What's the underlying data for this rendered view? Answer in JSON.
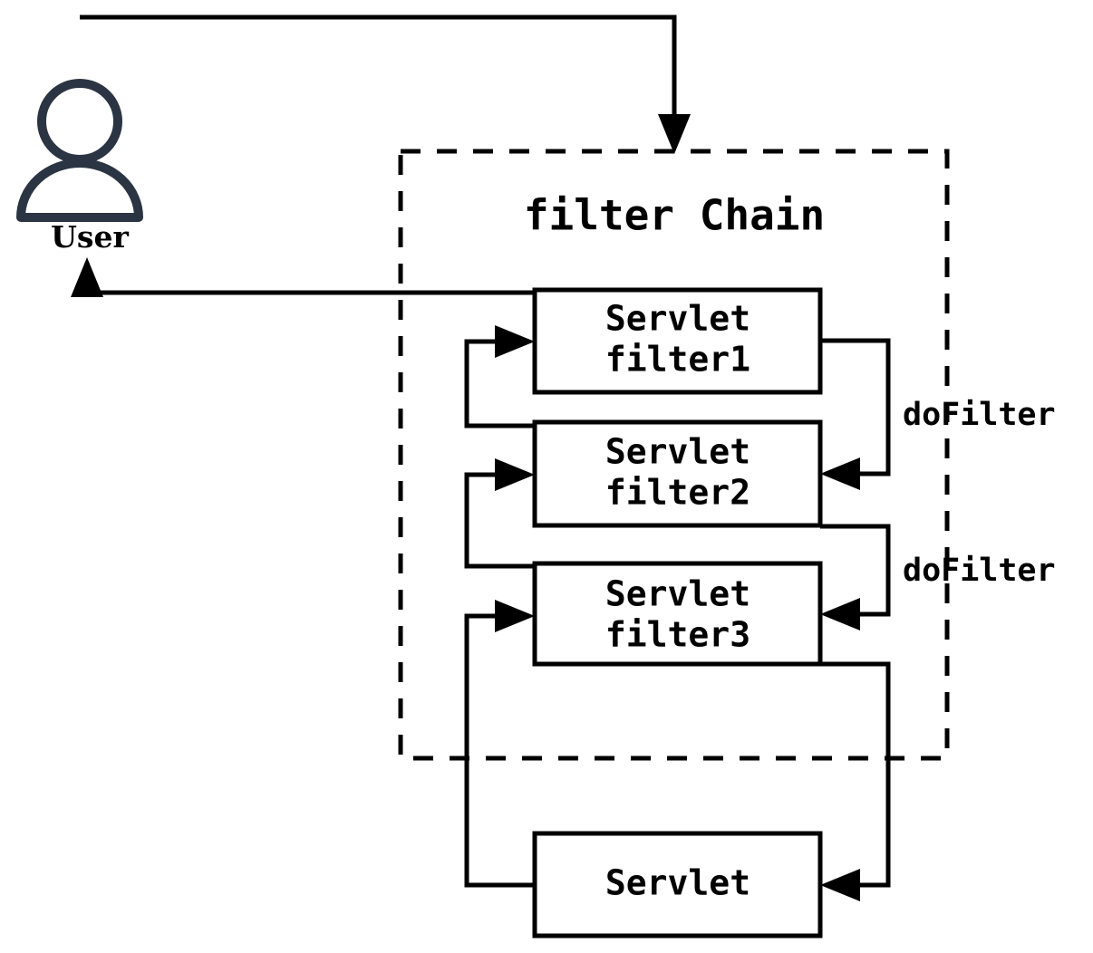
{
  "diagram": {
    "title": "filter Chain",
    "actor": {
      "label": "User",
      "icon": "user-person-icon",
      "color": "#2b3442"
    },
    "container": {
      "label": "filter Chain",
      "style": "dashed",
      "color": "#000000"
    },
    "nodes": [
      {
        "id": "filter1",
        "line1": "Servlet",
        "line2": "filter1"
      },
      {
        "id": "filter2",
        "line1": "Servlet",
        "line2": "filter2"
      },
      {
        "id": "filter3",
        "line1": "Servlet",
        "line2": "filter3"
      },
      {
        "id": "servlet",
        "line1": "Servlet",
        "line2": ""
      }
    ],
    "edge_labels": [
      {
        "id": "doFilter-1",
        "text": "doFilter"
      },
      {
        "id": "doFilter-2",
        "text": "doFilter"
      }
    ],
    "colors": {
      "stroke": "#000000",
      "fill": "#ffffff",
      "actor": "#2b3442"
    }
  }
}
